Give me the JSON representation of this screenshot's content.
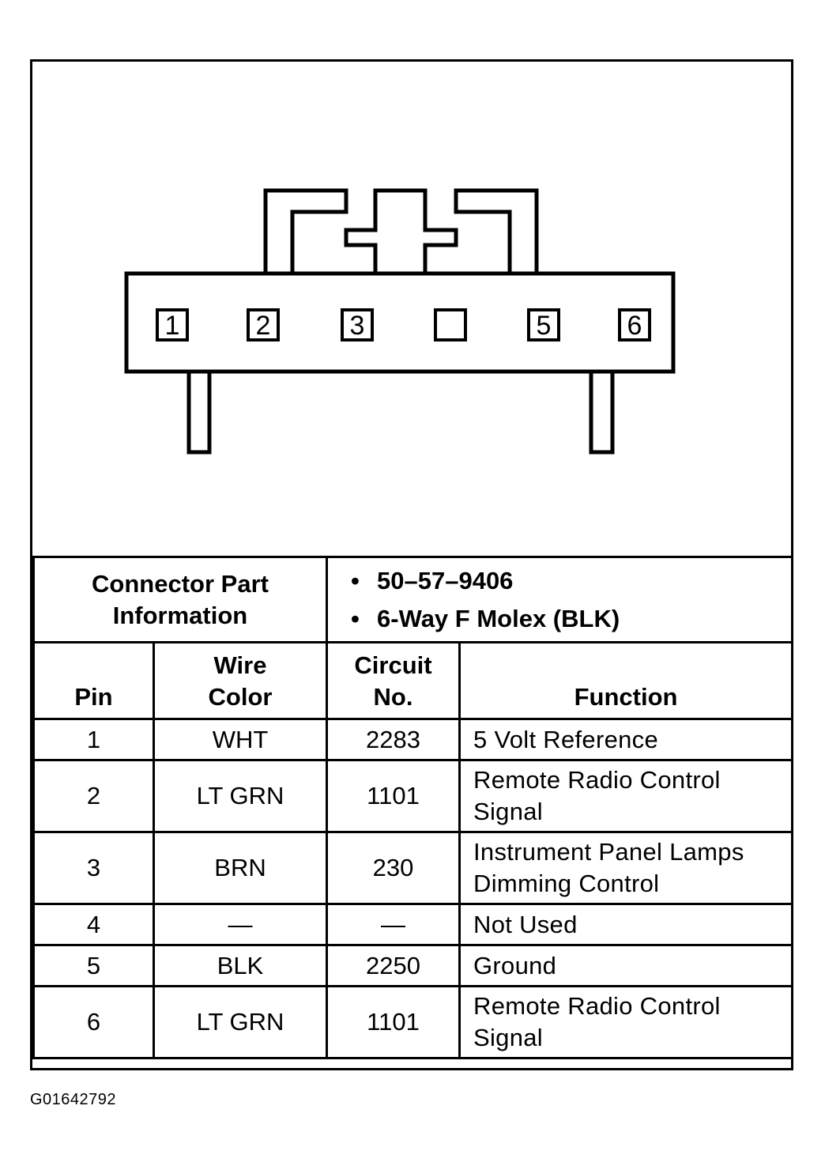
{
  "connector": {
    "cavities": [
      "1",
      "2",
      "3",
      "",
      "5",
      "6"
    ]
  },
  "part_info": {
    "label": "Connector Part Information",
    "values": [
      "50–57–9406",
      "6-Way F Molex (BLK)"
    ]
  },
  "table": {
    "headers": {
      "pin": "Pin",
      "wire_color": "Wire Color",
      "circuit": "Circuit No.",
      "function": "Function"
    },
    "rows": [
      {
        "pin": "1",
        "wire_color": "WHT",
        "circuit": "2283",
        "function": "5 Volt Reference"
      },
      {
        "pin": "2",
        "wire_color": "LT GRN",
        "circuit": "1101",
        "function": "Remote Radio Control Signal"
      },
      {
        "pin": "3",
        "wire_color": "BRN",
        "circuit": "230",
        "function": "Instrument Panel Lamps Dimming Control"
      },
      {
        "pin": "4",
        "wire_color": "—",
        "circuit": "—",
        "function": "Not Used"
      },
      {
        "pin": "5",
        "wire_color": "BLK",
        "circuit": "2250",
        "function": "Ground"
      },
      {
        "pin": "6",
        "wire_color": "LT GRN",
        "circuit": "1101",
        "function": "Remote Radio Control Signal"
      }
    ]
  },
  "caption": "G01642792"
}
